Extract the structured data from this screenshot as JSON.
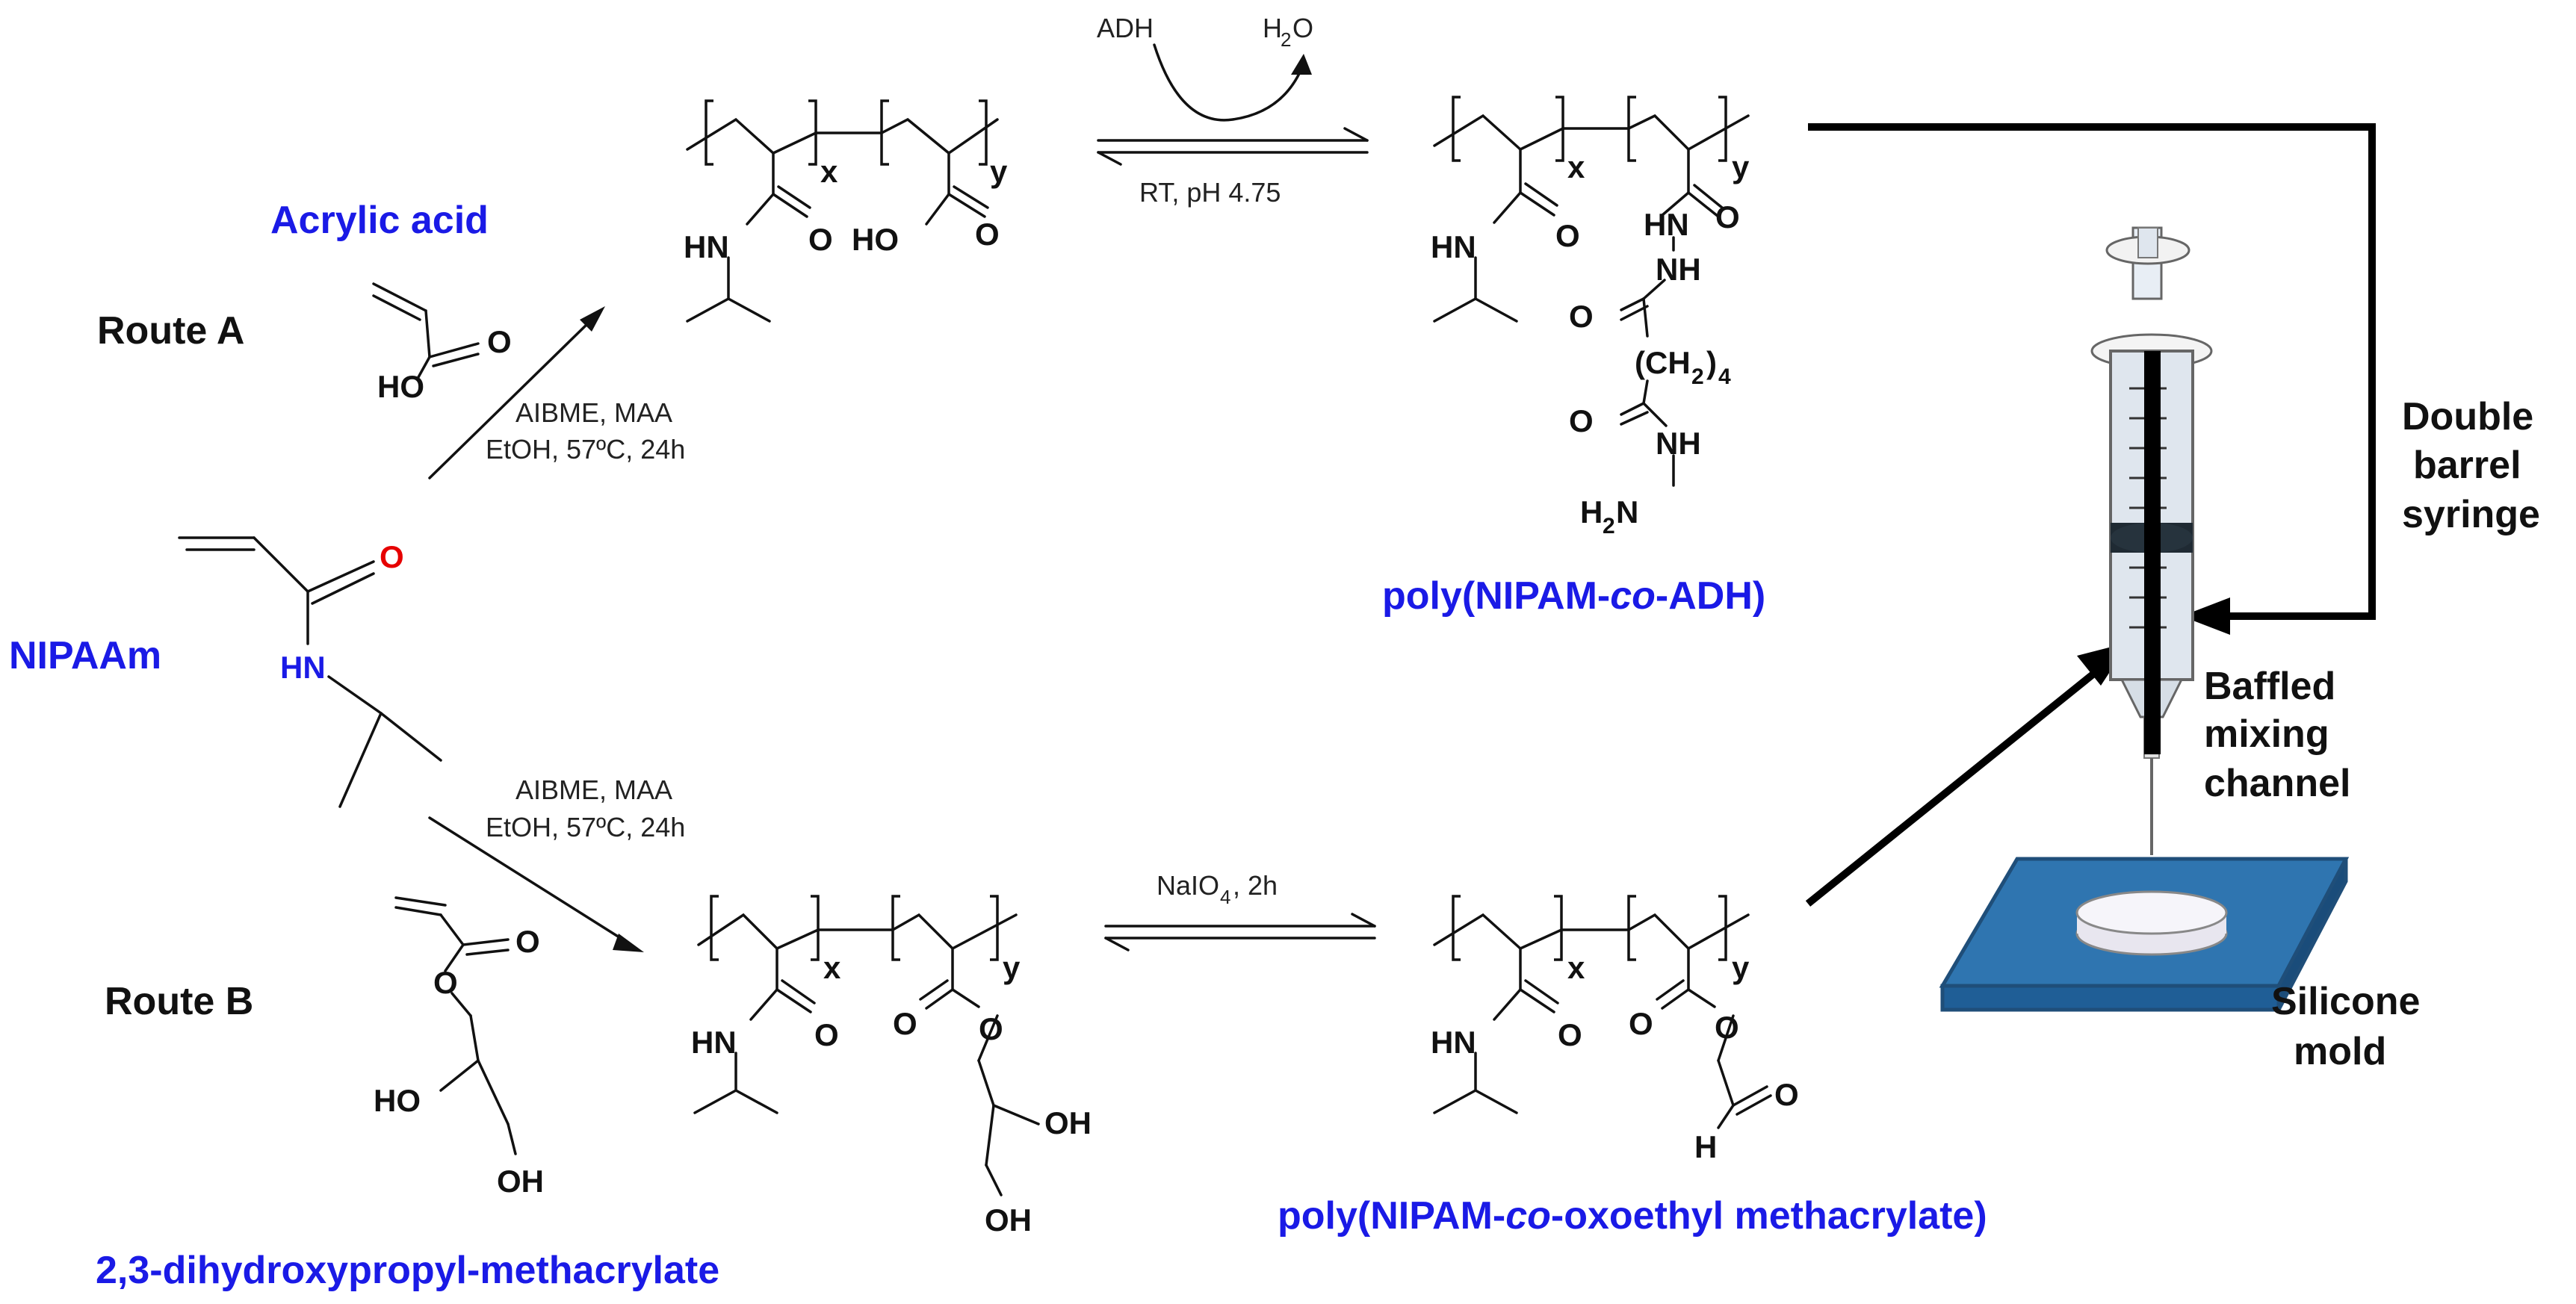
{
  "labels": {
    "route_a": "Route A",
    "route_b": "Route B",
    "acrylic_acid": "Acrylic acid",
    "nipaam": "NIPAAm",
    "dhpma": "2,3-dihydroxypropyl-methacrylate",
    "poly_adh_prefix": "poly(NIPAM-",
    "poly_adh_co": "co",
    "poly_adh_suffix": "-ADH)",
    "poly_oxo_prefix": "poly(NIPAM-",
    "poly_oxo_co": "co",
    "poly_oxo_suffix": "-oxoethyl methacrylate)",
    "double_barrel_line1": "Double",
    "double_barrel_line2": "barrel",
    "double_barrel_line3": "syringe",
    "baffled_line1": "Baffled",
    "baffled_line2": "mixing",
    "baffled_line3": "channel",
    "silicone_line1": "Silicone",
    "silicone_line2": "mold"
  },
  "conditions": {
    "route_a_line1": "AIBME, MAA",
    "route_a_line2": "EtOH, 57ºC, 24h",
    "route_b_line1": "AIBME, MAA",
    "route_b_line2": "EtOH, 57ºC, 24h",
    "adh_reagent": "ADH",
    "water_h": "H",
    "water_2": "2",
    "water_o": "O",
    "adh_cond": "RT, pH 4.75",
    "naio4_a": "NaIO",
    "naio4_4": "4",
    "naio4_b": ", 2h"
  },
  "atoms": {
    "O": "O",
    "HN": "HN",
    "HO": "HO",
    "OH": "OH",
    "NH": "NH",
    "HN_N": "HN",
    "H": "H",
    "H2N_H": "H",
    "H2N_2": "2",
    "H2N_N": "N",
    "CH2_open": "(CH",
    "CH2_sub": "2",
    "CH2_close": ")",
    "CH2_n": "4",
    "x": "x",
    "y": "y"
  },
  "colors": {
    "label_blue": "#1a1ae6",
    "oxygen_red": "#e60000",
    "nitrogen_blue": "#1a1ae6",
    "mold_blue": "#2f75b0",
    "mold_dark": "#1f4e79",
    "arrow_black": "#000000"
  }
}
